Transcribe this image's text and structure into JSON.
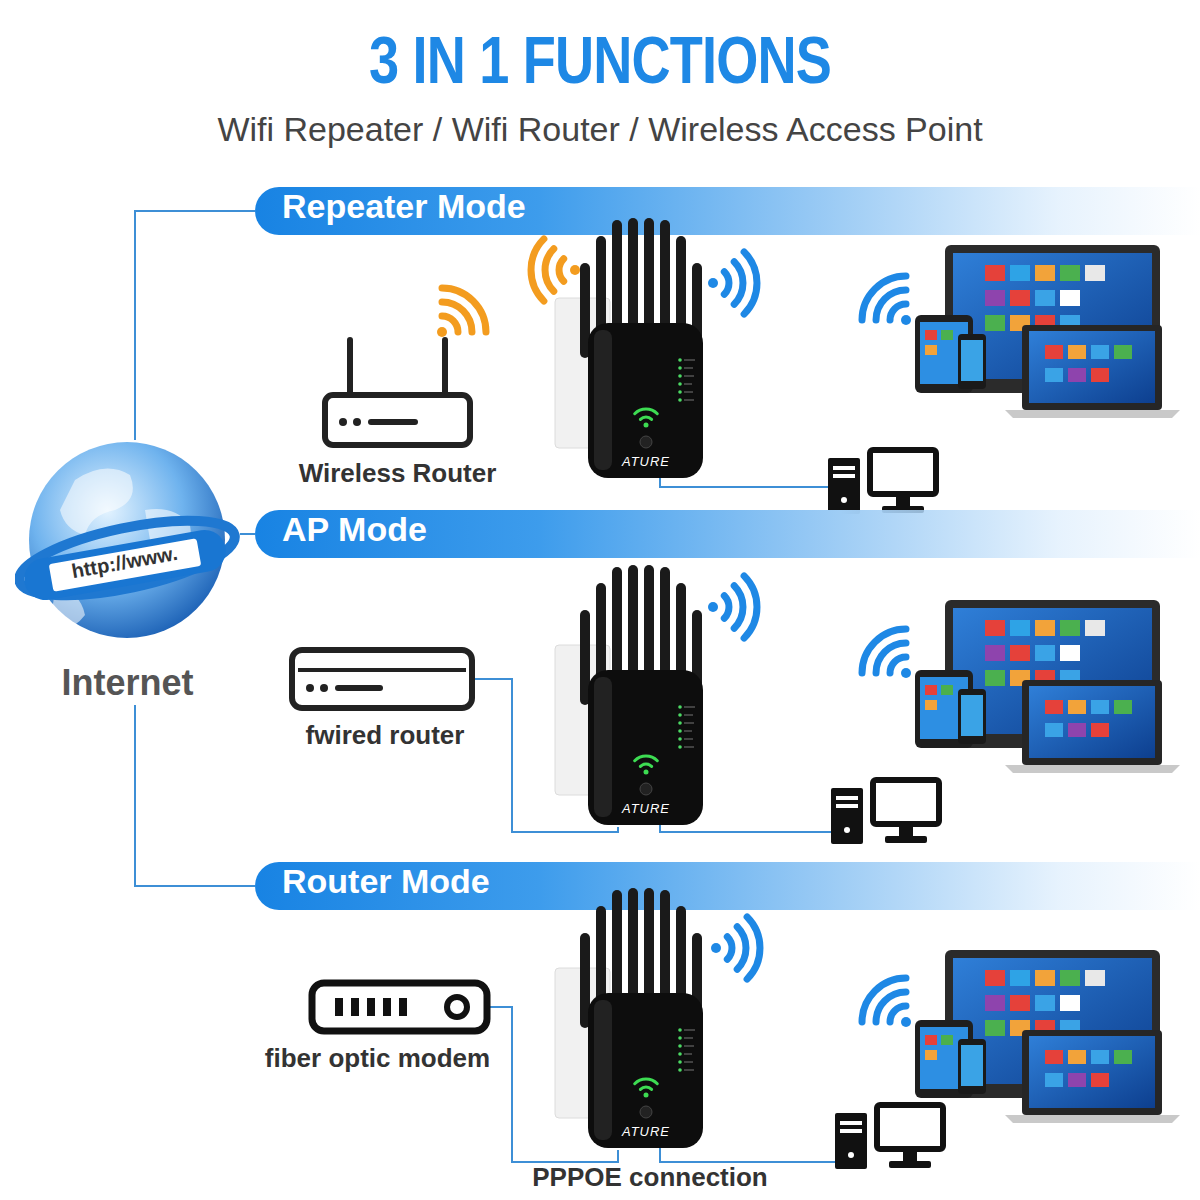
{
  "diagram": {
    "title": "3 IN 1 FUNCTIONS",
    "nodes": [
      {
        "text": [
          "Repeater Mode"
        ]
      },
      {
        "text": [
          "ATURE"
        ]
      },
      {
        "text": [
          "Wireless Router"
        ]
      },
      {
        "text": [
          "http://www.",
          "Internet"
        ]
      },
      {
        "text": [
          "AP Mode"
        ]
      },
      {
        "text": [
          "fwired router"
        ]
      },
      {
        "text": [
          "ATURE"
        ]
      },
      {
        "text": [
          "Router Mode"
        ]
      },
      {
        "text": [
          "fiber optic modem"
        ]
      },
      {
        "text": [
          "ATURE"
        ]
      }
    ],
    "edges": [
      {
        "from": 3,
        "to": 0,
        "arrow": "none"
      },
      {
        "from": 3,
        "to": 4,
        "arrow": "none"
      },
      {
        "from": 3,
        "to": 7,
        "arrow": "none"
      },
      {
        "from": 5,
        "to": 6,
        "arrow": "none"
      },
      {
        "from": 8,
        "to": 9,
        "label": "PPPOE connection",
        "arrow": "none"
      }
    ],
    "labels": [
      "Wifi Repeater / Wifi Router / Wireless Access Point"
    ]
  }
}
